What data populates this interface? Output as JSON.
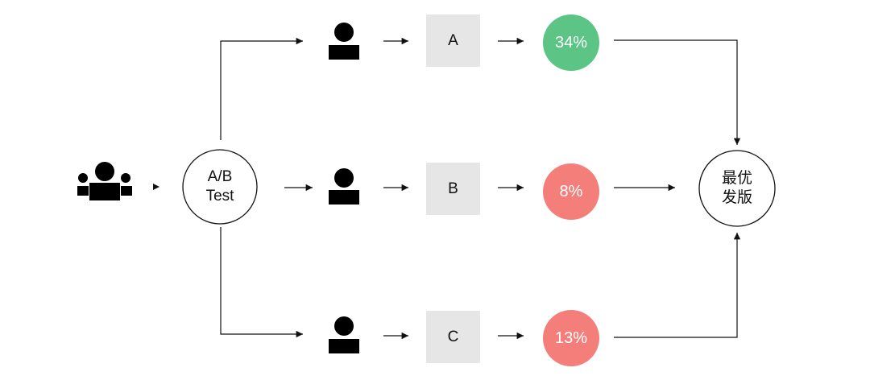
{
  "ab_test": {
    "label": "A/B\nTest"
  },
  "release": {
    "label": "最优\n发版"
  },
  "variants": [
    {
      "label": "A",
      "result": "34%",
      "color": "#5cc484"
    },
    {
      "label": "B",
      "result": "8%",
      "color": "#f47f7a"
    },
    {
      "label": "C",
      "result": "13%",
      "color": "#f47f7a"
    }
  ],
  "icons": {
    "group": "user-group-icon",
    "user": "user-icon"
  }
}
